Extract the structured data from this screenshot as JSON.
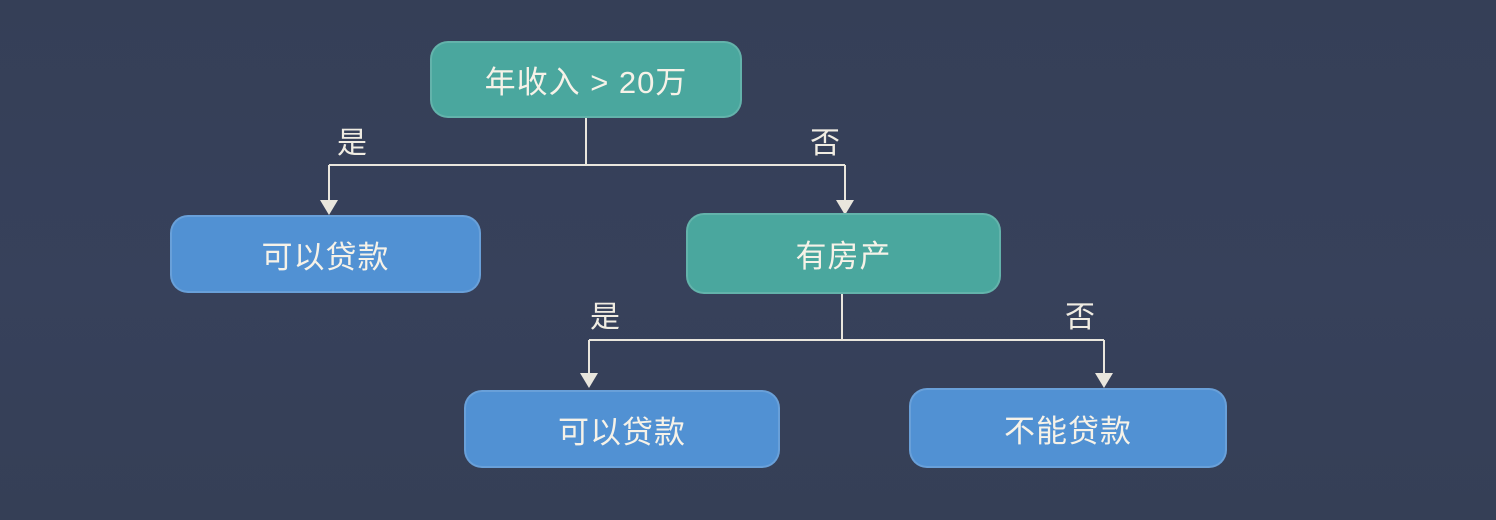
{
  "theme": {
    "background_color": "#364059",
    "connector_color": "#e9e6dd",
    "decision_node_color": "#4aa79e",
    "outcome_node_color": "#5191d3",
    "node_text_color": "#f6f2e8"
  },
  "diagram": {
    "type": "decision-tree-flowchart",
    "nodes": [
      {
        "id": "root",
        "kind": "decision",
        "label": "年收入 > 20万",
        "color": "#4aa79e"
      },
      {
        "id": "loan-yes-1",
        "kind": "outcome",
        "label": "可以贷款",
        "color": "#5191d3"
      },
      {
        "id": "property",
        "kind": "decision",
        "label": "有房产",
        "color": "#4aa79e"
      },
      {
        "id": "loan-yes-2",
        "kind": "outcome",
        "label": "可以贷款",
        "color": "#5191d3"
      },
      {
        "id": "loan-no",
        "kind": "outcome",
        "label": "不能贷款",
        "color": "#5191d3"
      }
    ],
    "edges": [
      {
        "from": "root",
        "to": "loan-yes-1",
        "label": "是"
      },
      {
        "from": "root",
        "to": "property",
        "label": "否"
      },
      {
        "from": "property",
        "to": "loan-yes-2",
        "label": "是"
      },
      {
        "from": "property",
        "to": "loan-no",
        "label": "否"
      }
    ]
  }
}
